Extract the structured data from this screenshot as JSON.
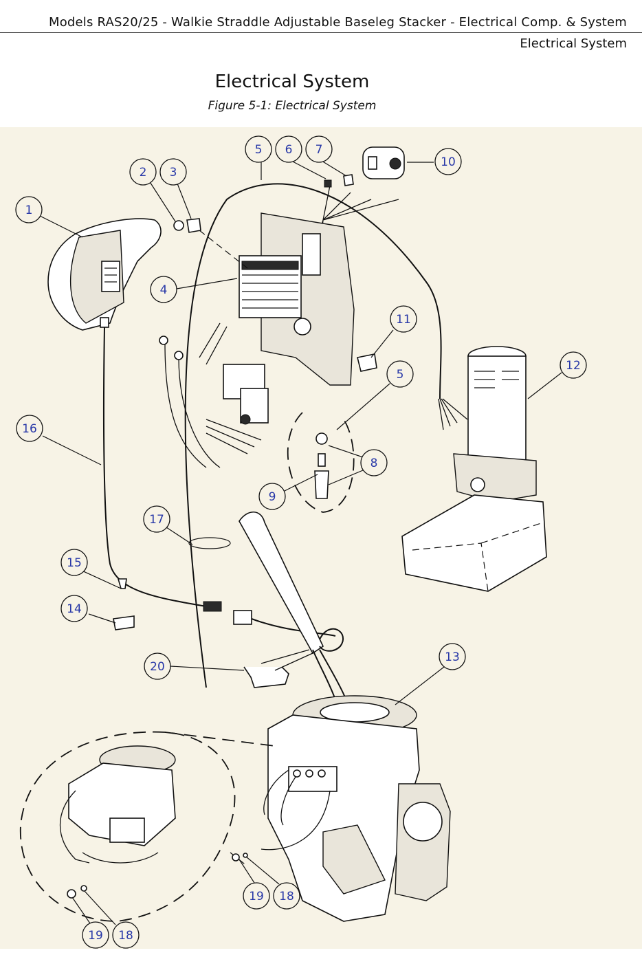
{
  "header": {
    "line1": "Models RAS20/25 - Walkie Straddle Adjustable Baseleg Stacker - Electrical Comp. & System",
    "line2": "Electrical System"
  },
  "title": "Electrical System",
  "caption": "Figure 5-1: Electrical System",
  "callouts": [
    {
      "label": "1"
    },
    {
      "label": "2"
    },
    {
      "label": "3"
    },
    {
      "label": "4"
    },
    {
      "label": "5"
    },
    {
      "label": "6"
    },
    {
      "label": "7"
    },
    {
      "label": "10"
    },
    {
      "label": "11"
    },
    {
      "label": "12"
    },
    {
      "label": "5"
    },
    {
      "label": "8"
    },
    {
      "label": "9"
    },
    {
      "label": "16"
    },
    {
      "label": "17"
    },
    {
      "label": "15"
    },
    {
      "label": "14"
    },
    {
      "label": "20"
    },
    {
      "label": "13"
    },
    {
      "label": "19"
    },
    {
      "label": "18"
    },
    {
      "label": "19"
    },
    {
      "label": "18"
    }
  ]
}
